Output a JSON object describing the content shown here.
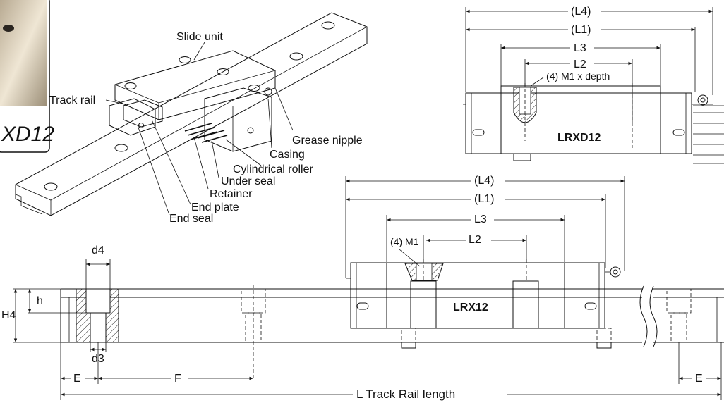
{
  "photo": {
    "label": "XD12"
  },
  "iso_view": {
    "labels": {
      "slide_unit": "Slide unit",
      "track_rail": "Track rail",
      "grease_nipple": "Grease nipple",
      "casing": "Casing",
      "cylindrical_roller": "Cylindrical roller",
      "under_seal": "Under seal",
      "retainer": "Retainer",
      "end_plate": "End plate",
      "end_seal": "End seal"
    }
  },
  "lrxd_view": {
    "model": "LRXD12",
    "dims": {
      "l4": "(L4)",
      "l1": "(L1)",
      "l3": "L3",
      "l2": "L2",
      "m1": "(4) M1 x depth"
    }
  },
  "lrx_view": {
    "model": "LRX12",
    "dims": {
      "l4": "(L4)",
      "l1": "(L1)",
      "l3": "L3",
      "l2": "L2",
      "m1": "(4) M1"
    }
  },
  "rail_view": {
    "dims": {
      "d4": "d4",
      "h": "h",
      "h4": "H4",
      "d3": "d3",
      "e_left": "E",
      "f": "F",
      "e_right": "E",
      "l": "L Track Rail length"
    }
  }
}
